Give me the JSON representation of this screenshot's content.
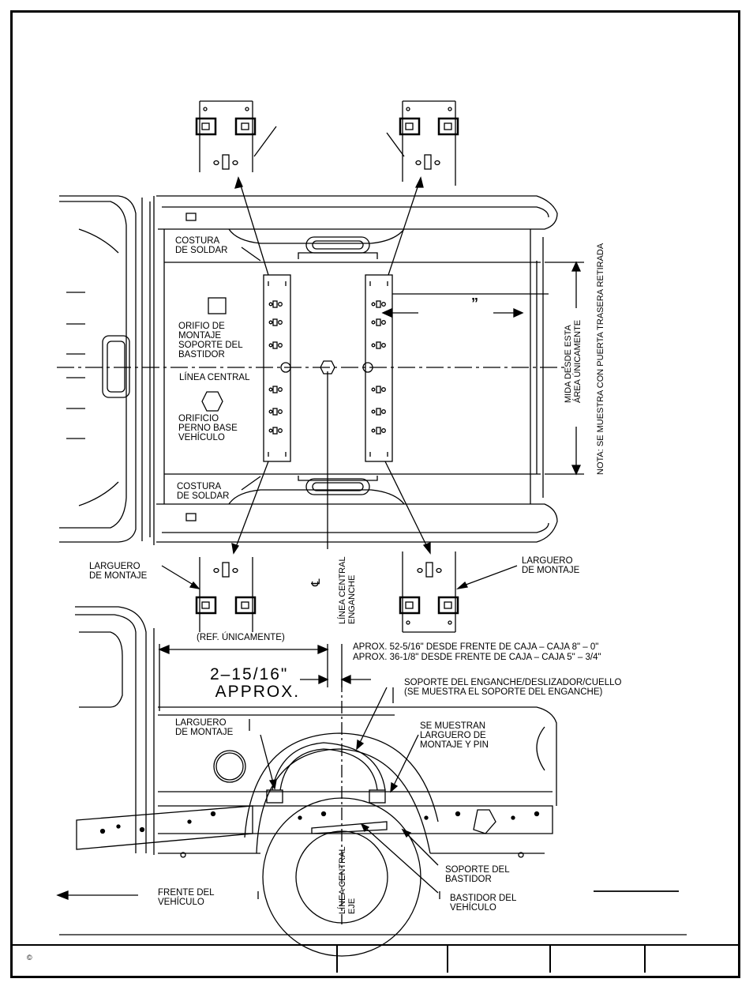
{
  "labels": {
    "costura_top": "COSTURA\nDE SOLDAR",
    "costura_bottom": "COSTURA\nDE SOLDAR",
    "orificio_montaje": "ORIFIO DE\nMONTAJE\nSOPORTE DEL\nBASTIDOR",
    "linea_central": "LÍNEA CENTRAL",
    "orificio_perno": "ORIFICIO\nPERNO BASE\nVEHÍCULO",
    "larguero_left": "LARGUERO\nDE MONTAJE",
    "larguero_right": "LARGUERO\nDE MONTAJE",
    "ref_unicamente": "(REF. ÚNICAMENTE)",
    "aprox_52": "APROX. 52-5/16\" DESDE FRENTE DE CAJA – CAJA 8\" – 0\"",
    "aprox_36": "APROX. 36-1/8\" DESDE FRENTE DE CAJA – CAJA 5\" – 3/4\"",
    "dimension_big": "2–15/16\"\n APPROX.",
    "soporte_enganche": "SOPORTE DEL ENGANCHE/DESLIZADOR/CUELLO\n(SE MUESTRA EL SOPORTE DEL ENGANCHE)",
    "larguero_side": "LARGUERO\nDE MONTAJE",
    "se_muestran": "SE MUESTRAN\nLARGUERO DE\nMONTAJE Y PIN",
    "soporte_bastidor": "SOPORTE DEL\nBASTIDOR",
    "bastidor_vehiculo": "BASTIDOR DEL\nVEHÍCULO",
    "frente_vehiculo": "FRENTE DEL\nVEHÍCULO",
    "linea_central_enganche": "LÍNEA CENTRAL\nENGANCHE",
    "linea_central_eje": "LÍNEA CENTRAL\nEJE",
    "mida": "MIDA DESDE ESTA\nÁREA ÚNICAMENTE",
    "nota": "NOTA: SE MUESTRA CON PUERTA TRASERA RETIRADA",
    "quote_mark": "”",
    "cl_symbol": "℄"
  },
  "footer": {
    "copyright": "©"
  }
}
